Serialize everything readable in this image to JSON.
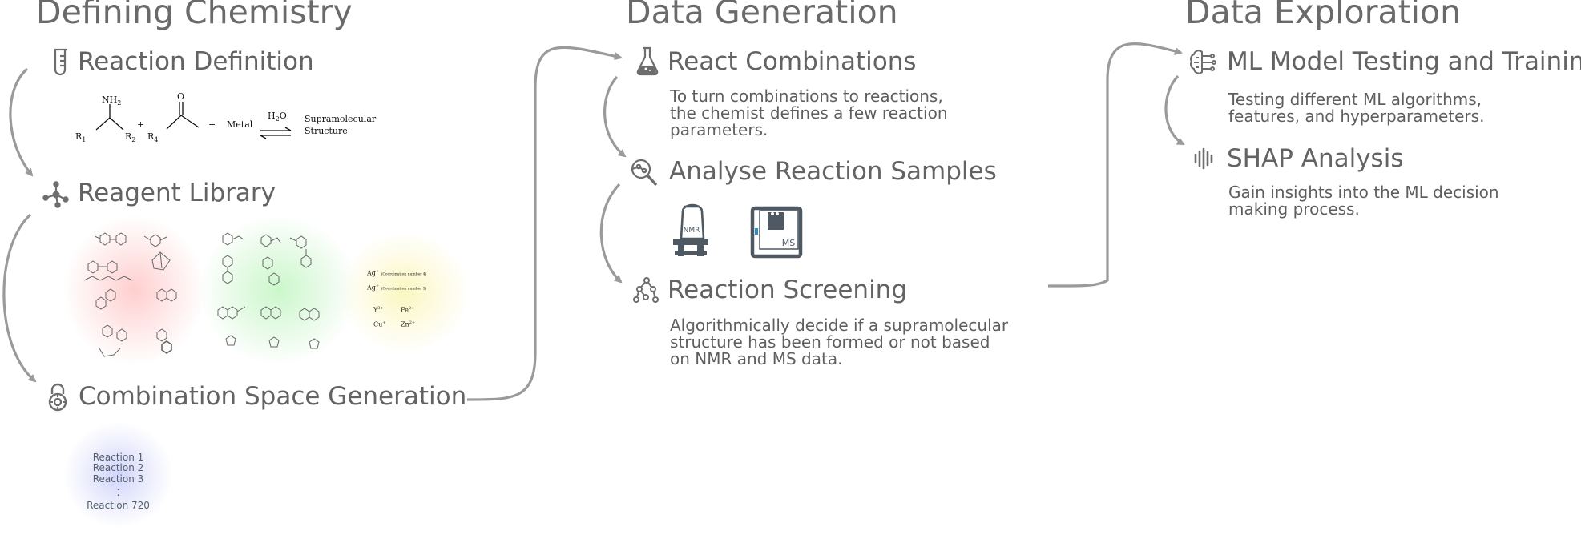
{
  "columns": {
    "defining_chemistry": {
      "title": "Defining Chemistry",
      "steps": {
        "reaction_definition": {
          "title": "Reaction Definition",
          "equation": {
            "amine_group": "NH",
            "amine_sub": "2",
            "r1": "R",
            "r1_sub": "1",
            "r2": "R",
            "r2_sub": "2",
            "r4": "R",
            "r4_sub": "4",
            "carbonyl_o": "O",
            "plus": "+",
            "metal": "Metal",
            "water": "H",
            "water_sub": "2",
            "water_o": "O",
            "product_line1": "Supramolecular",
            "product_line2": "Structure"
          }
        },
        "reagent_library": {
          "title": "Reagent Library",
          "metal_ions": {
            "ag1": "Ag",
            "ag1_sup": "+",
            "ag1_note": "(Coordination number 4)",
            "ag2": "Ag",
            "ag2_sup": "+",
            "ag2_note": "(Coordination number 5)",
            "y": "Y",
            "y_sup": "3+",
            "fe": "Fe",
            "fe_sup": "2+",
            "cu": "Cu",
            "cu_sup": "+",
            "zn": "Zn",
            "zn_sup": "2+"
          }
        },
        "combination_space": {
          "title": "Combination Space Generation",
          "reactions": [
            "Reaction 1",
            "Reaction 2",
            "Reaction 3",
            ".",
            ".",
            "Reaction 720"
          ]
        }
      }
    },
    "data_generation": {
      "title": "Data Generation",
      "steps": {
        "react_combinations": {
          "title": "React Combinations",
          "description": "To turn combinations to reactions,\nthe chemist defines a few reaction\nparameters."
        },
        "analyse_samples": {
          "title": "Analyse Reaction Samples",
          "nmr_label": "NMR",
          "ms_label": "MS"
        },
        "reaction_screening": {
          "title": "Reaction Screening",
          "description": "Algorithmically decide if a supramolecular\nstructure has been formed or not based\non NMR and MS data."
        }
      }
    },
    "data_exploration": {
      "title": "Data Exploration",
      "steps": {
        "ml_model": {
          "title": "ML Model Testing and Training",
          "description": "Testing different ML algorithms,\nfeatures, and hyperparameters."
        },
        "shap": {
          "title": "SHAP Analysis",
          "description": "Gain insights into the ML decision\nmaking process."
        }
      }
    }
  },
  "colors": {
    "text": "#646464",
    "arrow": "#9a9a9a",
    "icon": "#6d6d6d",
    "instrument": "#4f5963",
    "red_blob": "#ffc9c9",
    "green_blob": "#c9f5c9",
    "yellow_blob": "#fbf9c4",
    "blue_blob": "#d3d6fb"
  },
  "icons": [
    "test-tube-icon",
    "molecule-icon",
    "combination-lock-icon",
    "flask-icon",
    "magnifier-molecule-icon",
    "network-icon",
    "brain-circuit-icon",
    "shap-bars-icon",
    "nmr-instrument-icon",
    "ms-instrument-icon"
  ]
}
